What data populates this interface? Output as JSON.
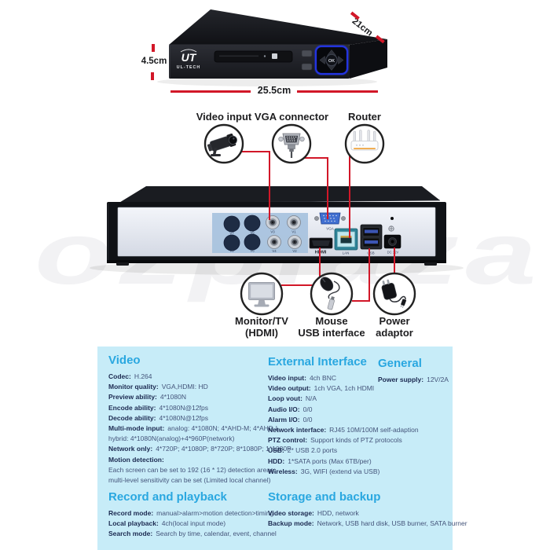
{
  "page": {
    "watermark": "ozplaza"
  },
  "colors": {
    "accent_red": "#d21728",
    "panel_cyan": "#c7ecf8",
    "title_blue": "#29a7e0",
    "label_navy": "#1b2950",
    "value_slate": "#44547a",
    "dpad_blue": "#2334e0"
  },
  "front_view": {
    "brand_logo": "UT",
    "brand_name": "UL-TECH",
    "ok_button": "OK",
    "dim_height": "4.5cm",
    "dim_depth": "21cm",
    "dim_width": "25.5cm"
  },
  "rear_view": {
    "port_vga": "VGA",
    "port_hdmi": "HDMI",
    "port_lan": "LAN",
    "port_usb": "USB",
    "port_dc": "DC 12V",
    "bnc_labels": [
      "V7",
      "V5",
      "V3",
      "V1",
      "V8",
      "V6",
      "V4",
      "V2"
    ]
  },
  "callouts": {
    "video_input": "Video input",
    "vga_connector": "VGA connector",
    "router": "Router",
    "monitor_line1": "Monitor/TV",
    "monitor_line2": "(HDMI)",
    "mouse_line1": "Mouse",
    "mouse_line2": "USB interface",
    "power_line1": "Power",
    "power_line2": "adaptor"
  },
  "specs": {
    "video": {
      "title": "Video",
      "rows": [
        {
          "label": "Codec:",
          "value": "H.264"
        },
        {
          "label": "Monitor quality:",
          "value": "VGA,HDMI: HD"
        },
        {
          "label": "Preview ability:",
          "value": "4*1080N"
        },
        {
          "label": "Encode ability:",
          "value": "4*1080N@12fps"
        },
        {
          "label": "Decode ability:",
          "value": "4*1080N@12fps"
        },
        {
          "label": "Multi-mode input:",
          "value": "analog: 4*1080N; 4*AHD-M; 4*AHD-L"
        },
        {
          "label": "",
          "value": "hybrid: 4*1080N(analog)+4*960P(network)"
        },
        {
          "label": "Network only:",
          "value": "4*720P; 4*1080P; 8*720P; 8*1080P; 1*1080P"
        },
        {
          "label": "Motion detection:",
          "value": ""
        },
        {
          "label": "",
          "value": "Each screen can be set to 192 (16 * 12) detection areas;"
        },
        {
          "label": "",
          "value": "multi-level sensitivity can be set (Limited local channel)"
        }
      ]
    },
    "external": {
      "title": "External Interface",
      "rows": [
        {
          "label": "Video input:",
          "value": "4ch BNC"
        },
        {
          "label": "Video output:",
          "value": "1ch VGA, 1ch HDMI"
        },
        {
          "label": "Loop vout:",
          "value": "N/A"
        },
        {
          "label": "Audio I/O:",
          "value": "0/0"
        },
        {
          "label": "Alarm I/O:",
          "value": "0/0"
        },
        {
          "label": "Network interface:",
          "value": "RJ45 10M/100M self-adaption"
        },
        {
          "label": "PTZ control:",
          "value": "Support kinds of PTZ protocols"
        },
        {
          "label": "USB:",
          "value": "2* USB 2.0 ports"
        },
        {
          "label": "HDD:",
          "value": "1*SATA ports (Max 6TB/per)"
        },
        {
          "label": "Wireless:",
          "value": "3G, WIFI (extend via USB)"
        }
      ]
    },
    "general": {
      "title": "General",
      "rows": [
        {
          "label": "Power supply:",
          "value": "12V/2A"
        }
      ]
    },
    "record": {
      "title": "Record and playback",
      "rows": [
        {
          "label": "Record mode:",
          "value": "manual>alarm>motion detection>timing"
        },
        {
          "label": "Local playback:",
          "value": "4ch(local input mode)"
        },
        {
          "label": "Search mode:",
          "value": "Search by time, calendar, event, channel"
        }
      ]
    },
    "storage": {
      "title": "Storage and backup",
      "rows": [
        {
          "label": "Video storage:",
          "value": "HDD, network"
        },
        {
          "label": "Backup mode:",
          "value": "Network, USB hard disk, USB burner, SATA burner"
        }
      ]
    }
  }
}
